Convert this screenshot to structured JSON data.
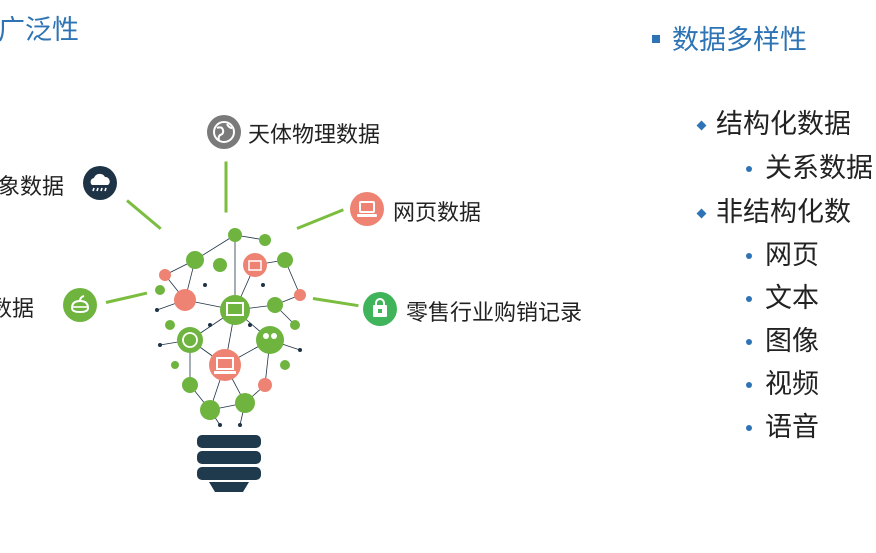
{
  "left_title": "广泛性",
  "right_title": "数据多样性",
  "sources": {
    "astronomy": "天体物理数据",
    "weather": "象数据",
    "web": "网页数据",
    "retail": "零售行业购销记录",
    "other": "数据"
  },
  "diversity": {
    "structured": "结构化数据",
    "structured_sub": "关系数据",
    "unstructured": "非结构化数",
    "unstructured_items": [
      "网页",
      "文本",
      "图像",
      "视频",
      "语音"
    ]
  },
  "colors": {
    "accent_blue": "#2e74b5",
    "green": "#6eb43f",
    "salmon": "#ee8373",
    "gray": "#7a7a7a",
    "bulb_base": "#1e3a4c",
    "dark_navy": "#1f3346"
  },
  "icons": {
    "astronomy": "globe-icon",
    "weather": "rain-cloud-icon",
    "web": "laptop-icon",
    "retail": "shopping-bag-icon",
    "other": "mouse-icon"
  }
}
